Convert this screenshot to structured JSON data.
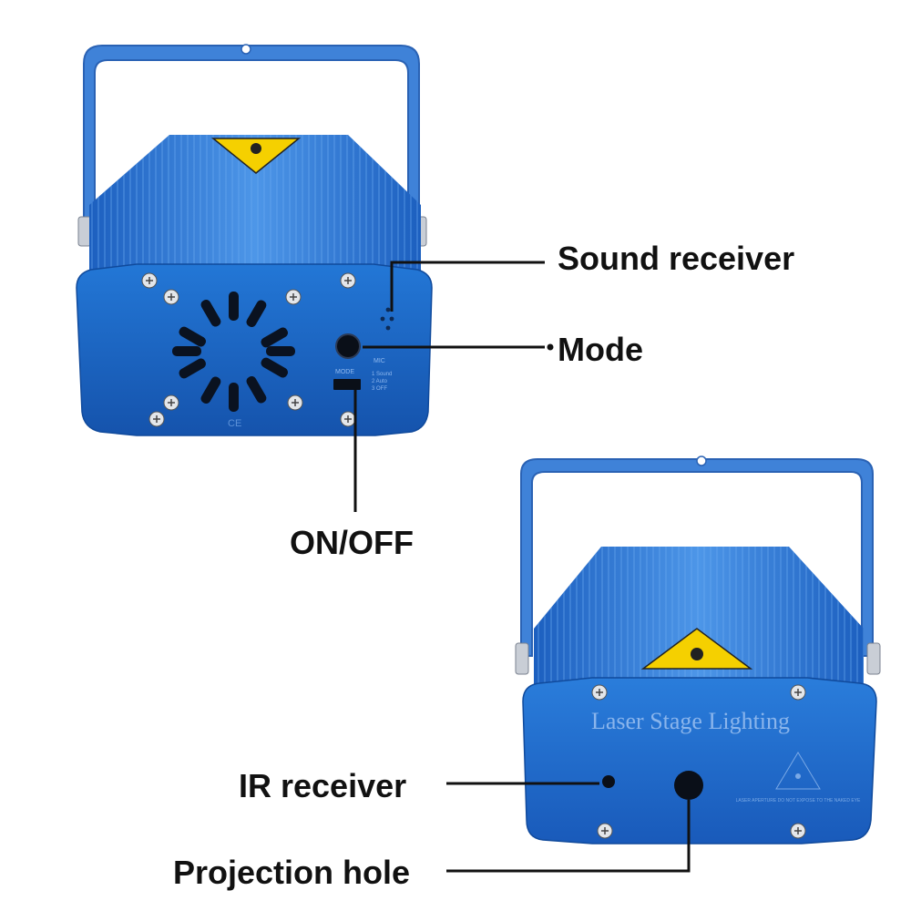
{
  "callouts": {
    "sound_receiver": "Sound receiver",
    "mode": "Mode",
    "on_off": "ON/OFF",
    "ir_receiver": "IR receiver",
    "projection_hole": "Projection hole"
  },
  "device": {
    "engraving": "Laser Stage Lighting",
    "warning_text": "LASER APERTURE DO NOT EXPOSE TO THE NAKED EYE",
    "mode_label": "MODE",
    "mic_label": "MIC",
    "mode_options": [
      "1 Sound",
      "2 Auto",
      "3 OFF"
    ],
    "ce_mark": "CE"
  },
  "colors": {
    "body_blue": "#1f6fd0",
    "face_blue": "#1a5fbf",
    "bracket_blue": "#3d7fd6",
    "warning_yellow": "#f5d000",
    "line_black": "#111111"
  }
}
